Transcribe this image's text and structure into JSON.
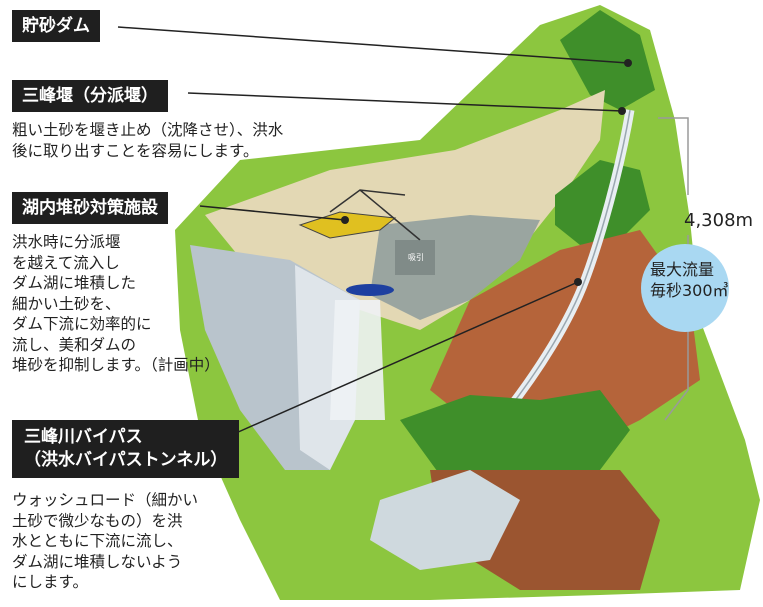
{
  "labels": {
    "sand_storage_dam": "貯砂ダム",
    "mitsumine_weir": "三峰堰（分派堰）",
    "in_lake_facility": "湖内堆砂対策施設",
    "bypass_title_line1": "三峰川バイパス",
    "bypass_title_line2": "（洪水バイパストンネル）"
  },
  "descriptions": {
    "weir": "粗い土砂を堰き止め（沈降させ）、洪水\n後に取り出すことを容易にします。",
    "facility": "洪水時に分派堰\nを越えて流入し\nダム湖に堆積した\n細かい土砂を、\nダム下流に効率的に\n流し、美和ダムの\n堆砂を抑制します。（計画中）",
    "bypass": "ウォッシュロード（細かい\n土砂で微少なもの）を洪\n水とともに下流に流し、\nダム湖に堆積しないよう\nにします。"
  },
  "tunnel": {
    "length": "4,308m",
    "max_flow": "最大流量\n毎秒300㎥"
  },
  "inner_label": "吸引",
  "colors": {
    "label_bg": "#1f1f1f",
    "label_text": "#ffffff",
    "bubble": "#a9d8f2",
    "forest": "#3f8f2a",
    "grass": "#8cc63f",
    "soil": "#b5643a",
    "lake": "#9aa5a0",
    "dam": "#b9c4cc"
  }
}
